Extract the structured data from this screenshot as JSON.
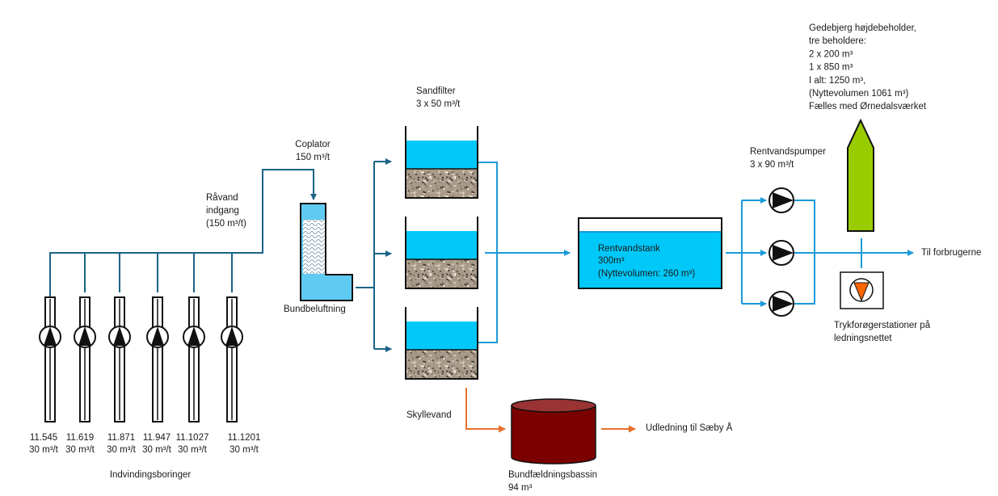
{
  "colors": {
    "raw_pipe": "#1b6487",
    "clean_pipe": "#1a9ad6",
    "water": "#00c8f8",
    "aeration": "#5fcaf2",
    "tower": "#99cc00",
    "booster": "#ff6600",
    "backwash": "#e8702a",
    "basin": "#7b0000",
    "basin_top": "#9a3333"
  },
  "wells": {
    "title": "Indvindingsboringer",
    "items": [
      {
        "id": "11.545",
        "rate": "30 m³/t"
      },
      {
        "id": "11.619",
        "rate": "30 m³/t"
      },
      {
        "id": "11.871",
        "rate": "30 m³/t"
      },
      {
        "id": "11.947",
        "rate": "30 m³/t"
      },
      {
        "id": "11.1027",
        "rate": "30 m³/t"
      },
      {
        "id": "11.1201",
        "rate": "30 m³/t"
      }
    ]
  },
  "raw_water": {
    "lines": [
      "Råvand",
      "indgang",
      "(150 m³/t)"
    ]
  },
  "coplator": {
    "lines": [
      "Coplator",
      "150 m³/t"
    ]
  },
  "aeration": {
    "label": "Bundbeluftning"
  },
  "sandfilter": {
    "lines": [
      "Sandfilter",
      "3 x 50 m³/t"
    ]
  },
  "clean_tank": {
    "lines": [
      "Rentvandstank",
      "300m³",
      "(Nyttevolumen: 260 m³)"
    ]
  },
  "pumps": {
    "lines": [
      "Rentvandspumper",
      "3 x 90 m³/t"
    ]
  },
  "reservoir": {
    "lines": [
      "Gedebjerg højdebeholder,",
      "tre beholdere:",
      "2 x 200 m³",
      "1 x 850 m³",
      "I alt: 1250 m³,",
      "(Nyttevolumen 1061 m³)",
      "Fælles med Ørnedalsværket"
    ]
  },
  "consumers": {
    "label": "Til forbrugerne"
  },
  "booster": {
    "lines": [
      "Trykforøgerstationer på",
      "ledningsnettet"
    ]
  },
  "backwash": {
    "label": "Skyllevand"
  },
  "basin": {
    "lines": [
      "Bundfældningsbassin",
      "94 m³"
    ]
  },
  "discharge": {
    "label": "Udledning til Sæby Å"
  }
}
